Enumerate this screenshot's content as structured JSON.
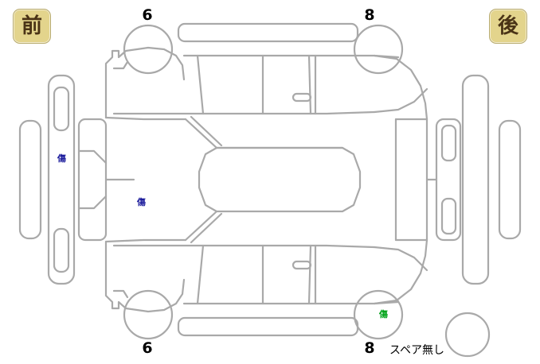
{
  "diagram": {
    "kind": "vehicle-condition-top-view",
    "line_color": "#a9a9a9",
    "background_color": "#ffffff"
  },
  "orientation": {
    "front_badge": "前",
    "rear_badge": "後",
    "badge_bg": "#e3d48c",
    "badge_text_color": "#4a3316"
  },
  "tire_tread": {
    "front_left": "6",
    "rear_left": "8",
    "front_right": "6",
    "rear_right": "8"
  },
  "damage_marks": [
    {
      "symbol": "傷",
      "color": "#1c1c9c",
      "location": "front-bumper"
    },
    {
      "symbol": "傷",
      "color": "#1c1c9c",
      "location": "hood"
    },
    {
      "symbol": "傷",
      "color": "#00a319",
      "location": "rear-right-wheel"
    }
  ],
  "spare_tire": {
    "label": "スペア無し"
  }
}
